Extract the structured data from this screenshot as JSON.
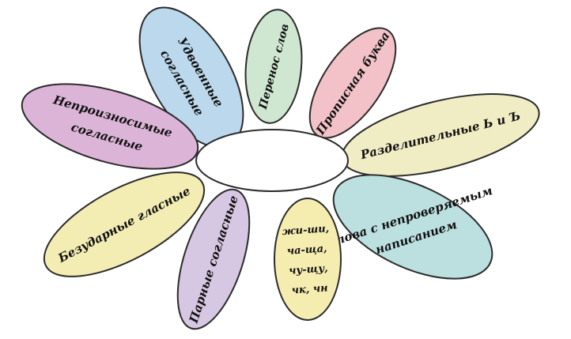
{
  "diagram": {
    "center_label": "",
    "petals": [
      {
        "id": "udvoennye",
        "lines": [
          "Удвоенные",
          "согласные"
        ],
        "color": "#bcd8ec"
      },
      {
        "id": "perenos",
        "lines": [
          "Перенос слов"
        ],
        "color": "#cfe6d0"
      },
      {
        "id": "propisnaya",
        "lines": [
          "Прописная буква"
        ],
        "color": "#f2c2c8"
      },
      {
        "id": "razdelitelnye",
        "lines": [
          "Разделительные Ь и Ъ"
        ],
        "color": "#f0ecc4"
      },
      {
        "id": "nepoveryaemye",
        "lines": [
          "Слова с непроверяемым",
          "написанием"
        ],
        "color": "#bcdfe0"
      },
      {
        "id": "zhi-shi",
        "lines": [
          "жи-ши,",
          "ча-ща,",
          "чу-щу,",
          "чк, чн"
        ],
        "color": "#f5ecb0"
      },
      {
        "id": "parnye",
        "lines": [
          "Парные согласные"
        ],
        "color": "#d6c7e2"
      },
      {
        "id": "bezudarnye",
        "lines": [
          "Безударные гласные"
        ],
        "color": "#f3edb4"
      },
      {
        "id": "neproiznosimye",
        "lines": [
          "Непроизносимые",
          "согласные"
        ],
        "color": "#dcb4d8"
      }
    ]
  }
}
